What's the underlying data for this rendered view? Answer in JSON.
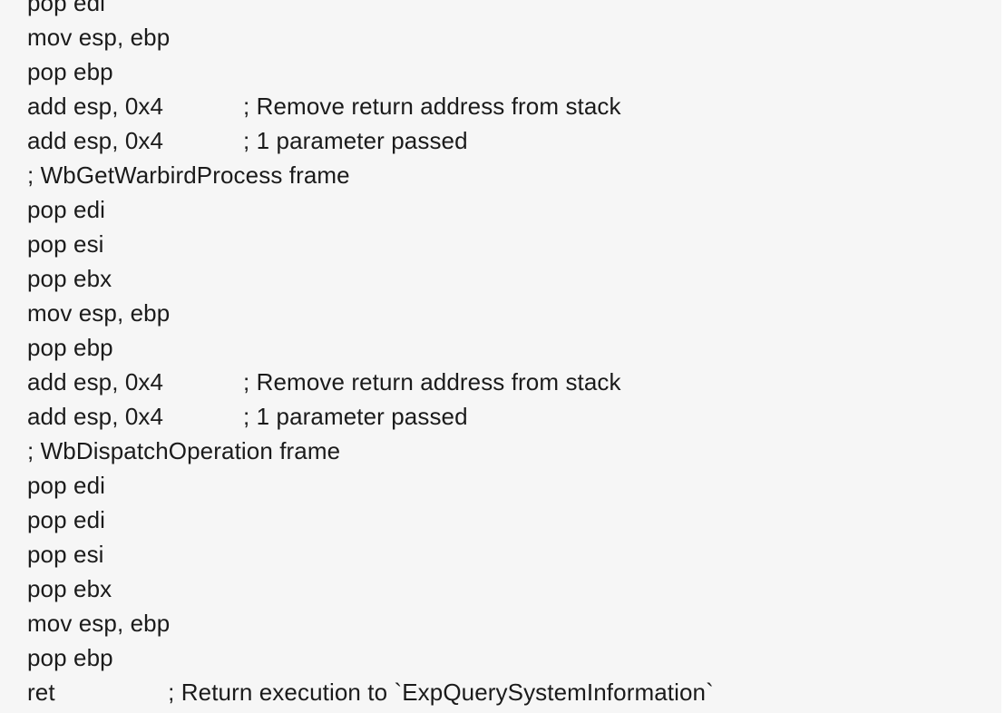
{
  "block": {
    "kind": "code-block",
    "language": "assembly",
    "background_color": "#f6f6f6",
    "text_color": "#1b1b1b",
    "page_background_color": "#ffffff",
    "partial_top_line": "pop edi",
    "lines": [
      "pop edi",
      "mov esp, ebp",
      "pop ebp",
      "add esp, 0x4            ; Remove return address from stack",
      "add esp, 0x4            ; 1 parameter passed",
      "; WbGetWarbirdProcess frame",
      "pop edi",
      "pop esi",
      "pop ebx",
      "mov esp, ebp",
      "pop ebp",
      "add esp, 0x4            ; Remove return address from stack",
      "add esp, 0x4            ; 1 parameter passed",
      "; WbDispatchOperation frame",
      "pop edi",
      "pop edi",
      "pop esi",
      "pop ebx",
      "mov esp, ebp",
      "pop ebp",
      "ret                 ; Return execution to `ExpQuerySystemInformation`"
    ]
  }
}
